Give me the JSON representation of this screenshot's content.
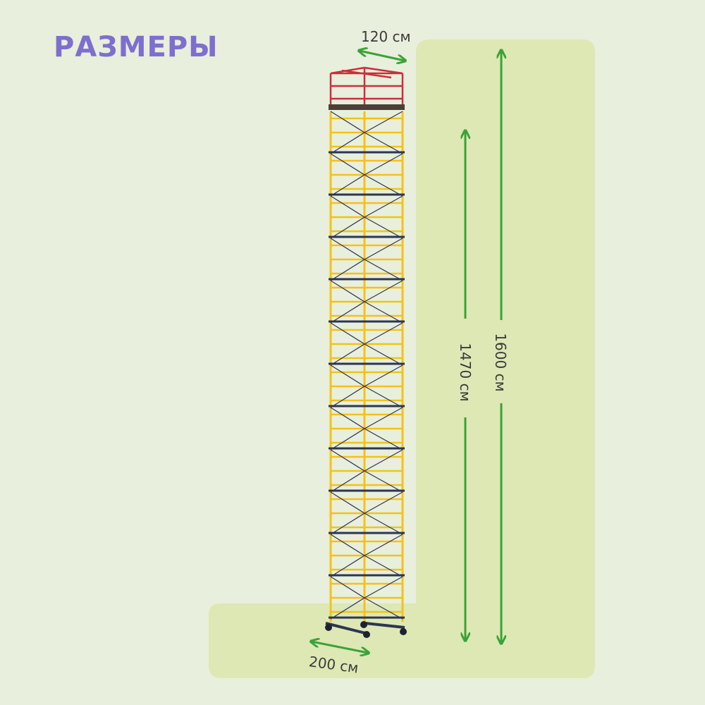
{
  "title": "РАЗМЕРЫ",
  "dimensions": {
    "top_width": "120 см",
    "base_width": "200 см",
    "working_height": "1470 см",
    "total_height": "1600 см"
  },
  "colors": {
    "background": "#e8efdc",
    "panel": "#dde8b5",
    "title": "#7d6fcf",
    "arrow": "#3aa336",
    "frame_yellow": "#f3c21a",
    "frame_dark": "#2d3553",
    "rail_red": "#c9303a"
  }
}
